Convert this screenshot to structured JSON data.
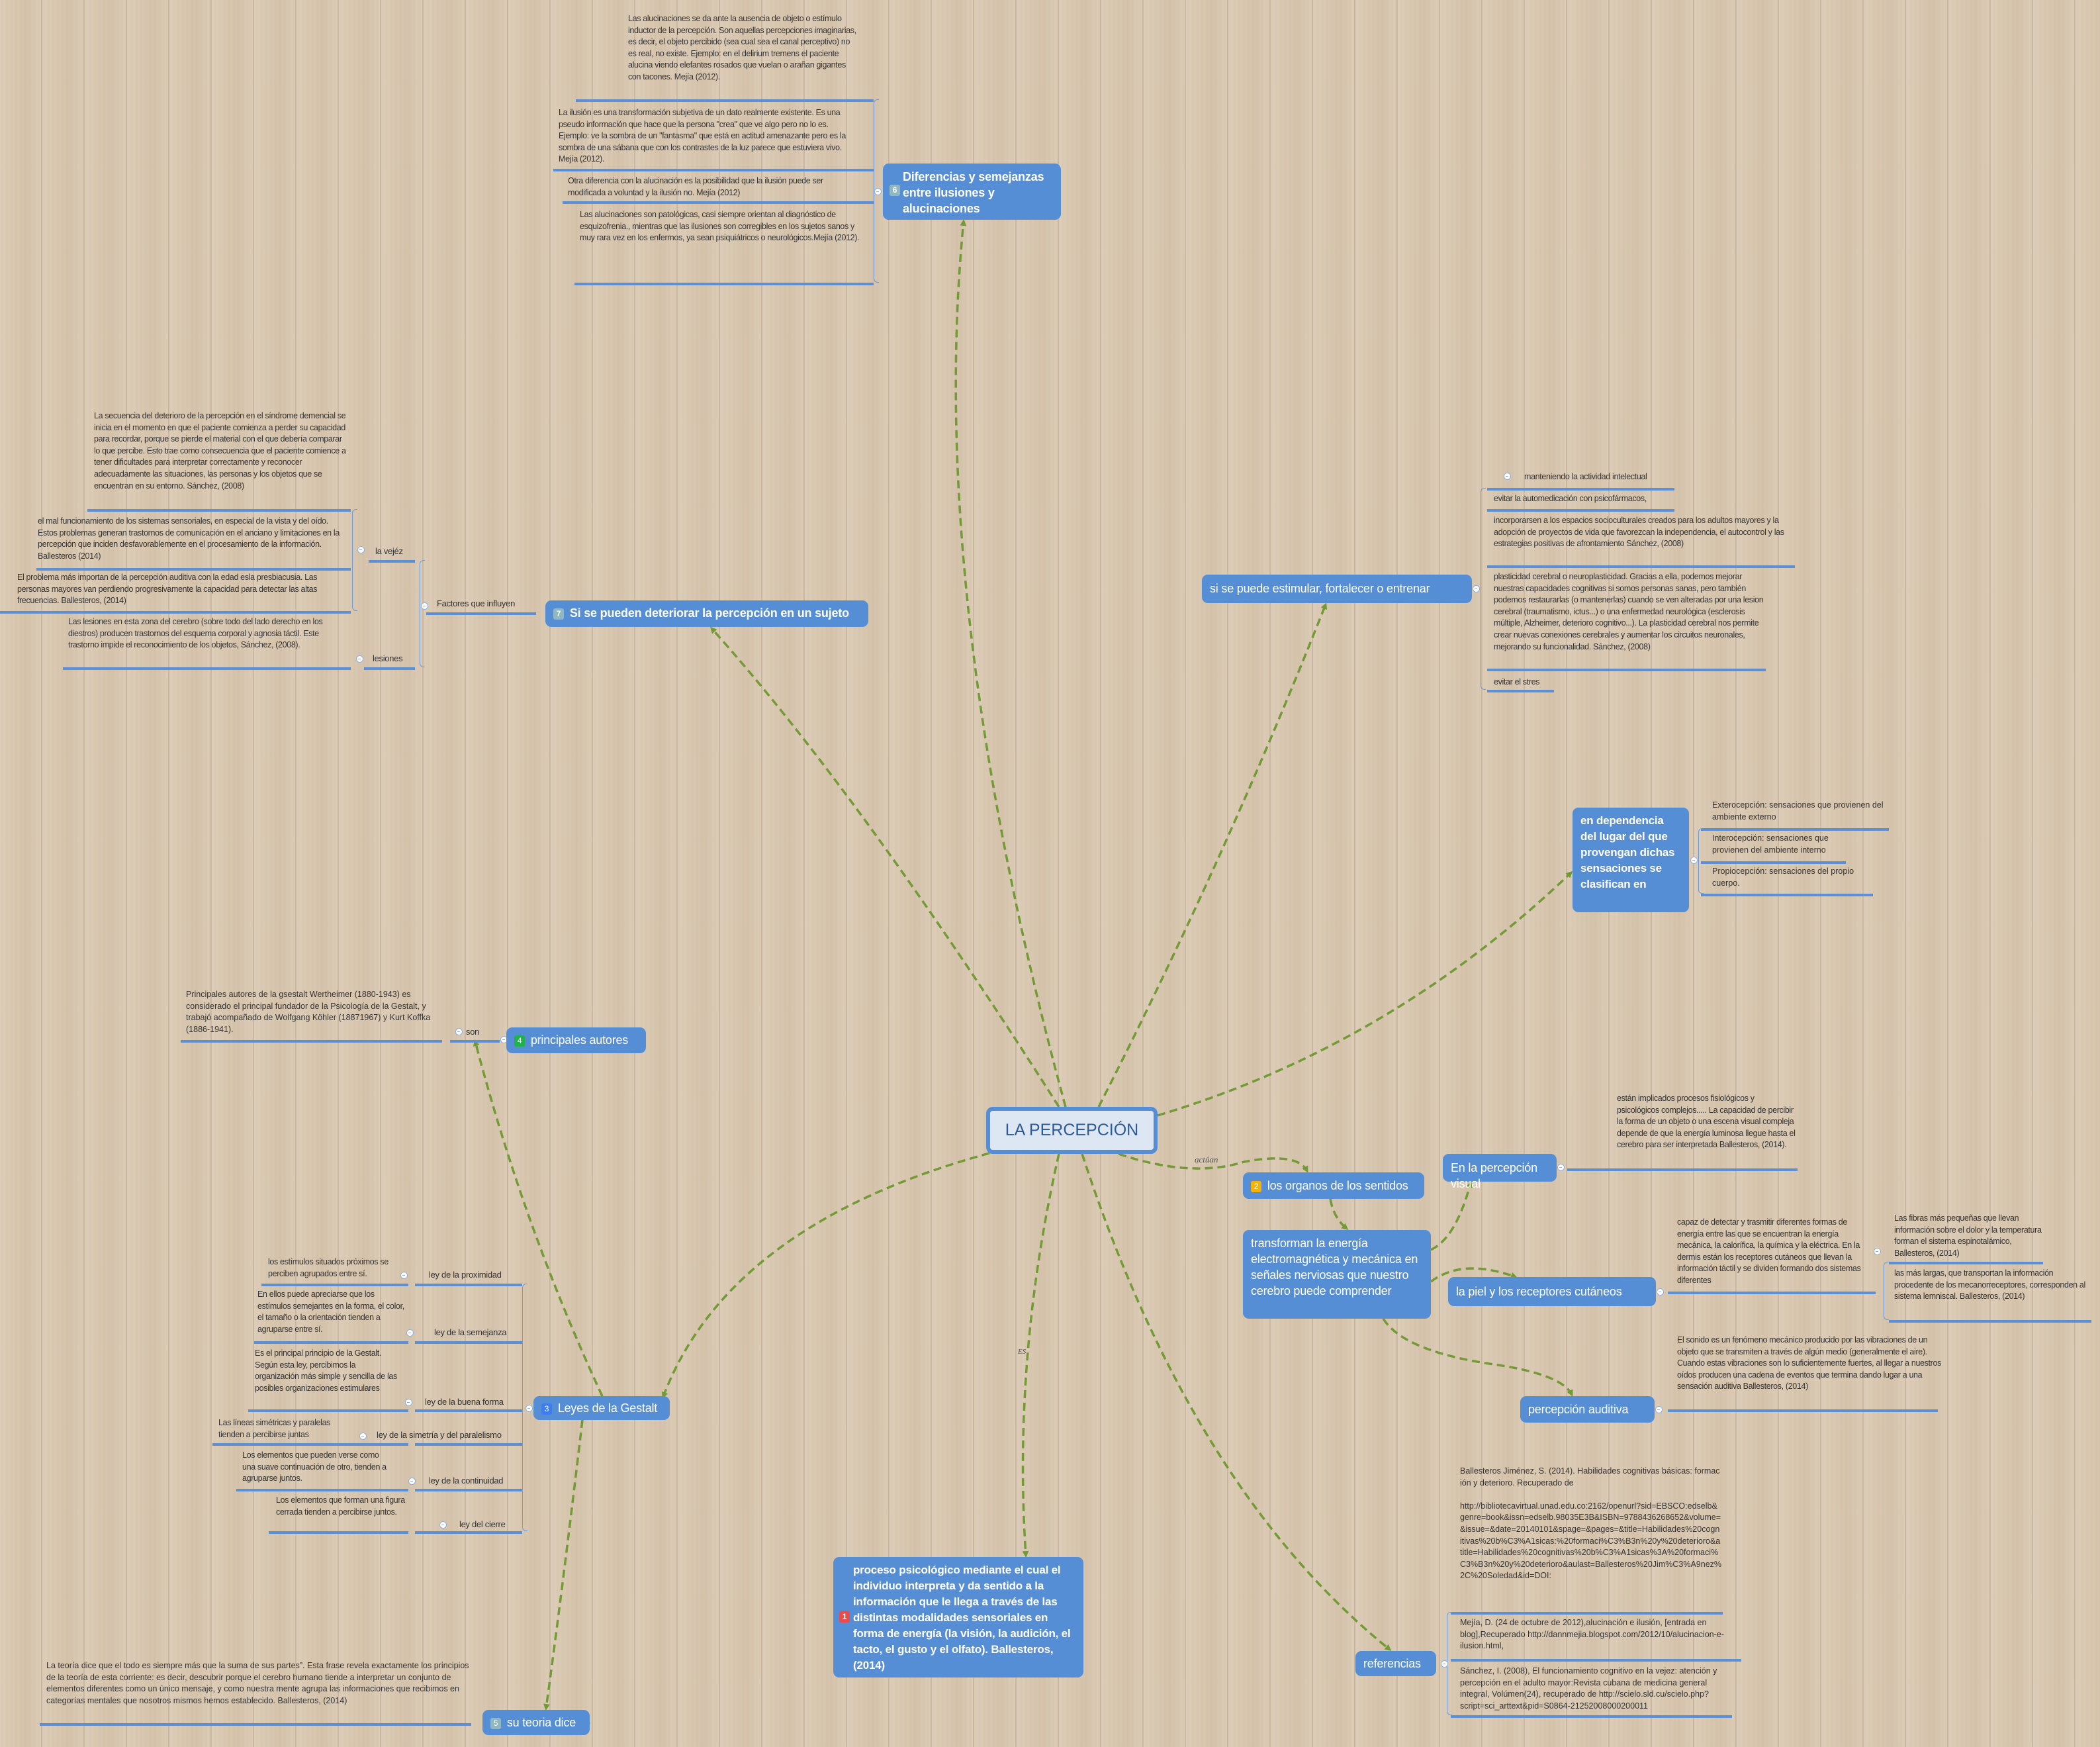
{
  "colors": {
    "node": "#568ed6",
    "center_fill": "#dde7f4",
    "connector": "#739a36",
    "rule": "#5b8fd6",
    "badge_1": "#e84c4c",
    "badge_2": "#f2b20c",
    "badge_3": "#3d7df0",
    "badge_4": "#22b24c",
    "badge_5": "#8fb8c0",
    "badge_6": "#8fb8c0",
    "badge_7": "#8fb8c0"
  },
  "center": {
    "title": "LA PERCEPCIÓN"
  },
  "link_labels": {
    "actuan": "actúan",
    "es": "ES"
  },
  "definition": {
    "badge": "1",
    "text": "proceso psicológico mediante el cual el individuo interpreta y da sentido a la información que le llega a través de las distintas modalidades sensoriales en forma de energía (la visión, la audición, el tacto, el gusto y el olfato). Ballesteros,(2014)"
  },
  "organos": {
    "badge": "2",
    "title": "los organos de los sentidos",
    "transform": "transforman la energía electromagnética y mecánica en señales nerviosas que nuestro cerebro puede comprender",
    "visual": {
      "title": "En la percepción visual",
      "text": "están implicados procesos fisiológicos y psicológicos complejos..... La capacidad de percibir la forma de un objeto o una escena visual compleja depende de que la energía luminosa llegue hasta el cerebro para ser interpretada Ballesteros, (2014)."
    },
    "piel": {
      "title": "la piel y los receptores cutáneos",
      "text": "capaz de   detectar y trasmitir diferentes formas de energía entre las que se encuentran la energía mecánica, la calorífica, la química y la eléctrica. En la dermis están los receptores cutáneos que llevan la información táctil y se dividen formando dos sistemas diferentes",
      "children": [
        "Las fibras más pequeñas que llevan información sobre el dolor y la temperatura forman el sistema espinotalámico, Ballesteros, (2014)",
        " las más largas, que transportan la información procedente de los mecanorreceptores, corresponden al sistema lemniscal. Ballesteros, (2014)"
      ]
    },
    "auditiva": {
      "title": "percepción auditiva",
      "text": "El sonido es un fenómeno mecánico producido por las vibraciones de un objeto que se transmiten a través de algún medio (generalmente el aire). Cuando estas vibraciones son lo suficientemente fuertes, al llegar a nuestros oídos producen una cadena de eventos que termina dando lugar a una sensación auditiva Ballesteros, (2014)"
    }
  },
  "gestalt": {
    "badge": "3",
    "title": "Leyes de la Gestalt",
    "laws": [
      {
        "label": "ley de la proximidad",
        "text": "los estímulos situados próximos se perciben agrupados entre sí."
      },
      {
        "label": "ley de la semejanza",
        "text": "En ellos puede apreciarse que los estímulos semejantes en la forma, el color, el tamaño o la orientación tienden a agruparse entre sí."
      },
      {
        "label": "ley de la buena forma",
        "text": "Es el principal principio de la Gestalt. Según esta ley, percibimos la organización más simple y sencilla de las posibles organizaciones estimulares"
      },
      {
        "label": "ley de la simetría y del paralelismo",
        "text": "Las líneas simétricas y paralelas tienden a percibirse juntas"
      },
      {
        "label": "ley de la continuidad",
        "text": "Los elementos que pueden verse como una suave continuación de otro, tienden a agruparse juntos."
      },
      {
        "label": "ley del cierre",
        "text": "Los elementos que forman una figura cerrada tienden a percibirse juntos."
      }
    ]
  },
  "autores": {
    "badge": "4",
    "title": "principales autores",
    "link": "son",
    "text": "Principales autores de la gsestalt Wertheimer (1880-1943) es considerado el principal fundador de la Psicología de la Gestalt, y trabajó acompañado  de Wolfgang Köhler (18871967) y Kurt Koffka (1886-1941)."
  },
  "teoria": {
    "badge": "5",
    "title": "su teoria dice",
    "text": "La teoría dice que el todo es siempre más que la suma de sus partes”. Esta frase revela exactamente los principios de la teoría de esta corriente: es decir, descubrir porque el cerebro humano tiende a interpretar un conjunto de elementos diferentes como un único mensaje, y como nuestra mente agrupa las informaciones que recibimos en categorías mentales que nosotros mismos hemos establecido. Ballesteros, (2014)"
  },
  "diferencias": {
    "badge": "6",
    "title": "Diferencias y semejanzas entre ilusiones y alucinaciones",
    "items": [
      "Las alucinaciones se da ante la ausencia de objeto o estímulo inductor de la percepción. Son aquellas percepciones imaginarias, es decir, el objeto percibido (sea cual sea el canal perceptivo) no es real, no existe. Ejemplo: en el delirium tremens el paciente alucina viendo elefantes rosados que vuelan o arañan gigantes con tacones. Mejía (2012).",
      "La ilusión es una transformación subjetiva de un dato realmente existente. Es una pseudo información que hace que la persona \"crea\" que ve algo pero no lo es. Ejemplo: ve la sombra de un \"fantasma\" que está en actitud amenazante pero es la sombra de una sábana que con los contrastes de la luz parece que estuviera vivo. Mejía (2012).",
      "Otra diferencia con la alucinación es la posibilidad que la ilusión puede ser modificada a voluntad y la ilusión no. Mejía (2012)",
      "Las alucinaciones son patológicas, casi siempre orientan al diagnóstico de esquizofrenia., mientras que las ilusiones son corregibles en los sujetos sanos y muy rara vez en los enfermos, ya sean psiquiátricos o neurológicos.Mejía (2012)."
    ]
  },
  "deterioro": {
    "badge": "7",
    "title": "Si se pueden deteriorar la percepción en un sujeto",
    "factores": "Factores que influyen",
    "vejez": "la vejéz",
    "lesiones": "lesiones",
    "vejez_items": [
      "La secuencia del deterioro de la percepción en el síndrome demencial se inicia en el momento en que el paciente comienza a perder su capacidad para recordar, porque se pierde el material con el que debería comparar lo que percibe. Esto trae como consecuencia que el paciente comience a tener dificultades para interpretar correctamente y reconocer adecuadamente las situaciones, las personas y los objetos que se encuentran en su entorno. Sánchez, (2008)",
      "el mal funcionamiento de los sistemas sensoriales, en especial de la vista y del oído. Estos problemas generan trastornos de comunicación en el anciano y limitaciones en la percepción que inciden desfavorablemente en el procesamiento de la información. Ballesteros (2014)",
      "El  problema más importan de la percepción auditiva con la edad esla presbiacusia. Las personas mayores van perdiendo progresivamente la capacidad para detectar las altas frecuencias. Ballesteros, (2014)"
    ],
    "lesiones_item": "Las lesiones en esta zona del cerebro (sobre todo del lado derecho en los diestros) producen trastornos del esquema corporal y agnosia táctil. Este trastorno impide el reconocimiento de los objetos, Sánchez, (2008)."
  },
  "estimular": {
    "title": "si se puede estimular, fortalecer o entrenar",
    "items": [
      "manteniendo la actividad intelectual",
      "evitar la automedicación con psicofármacos,",
      "incorporarsen  a los espacios socioculturales creados para los adultos mayores y la adopción de proyectos de vida que favorezcan la independencia, el autocontrol y las estrategias positivas de afrontamiento Sánchez, (2008)",
      "plasticidad cerebral o neuroplasticidad. Gracias a ella, podemos mejorar nuestras capacidades cognitivas si somos personas sanas, pero también podemos restaurarlas (o mantenerlas) cuando se ven alteradas por una lesion cerebral (traumatismo, ictus...) o una enfermedad neurológica (esclerosis múltiple, Alzheimer, deterioro cognitivo...). La plasticidad cerebral nos permite crear nuevas conexiones cerebrales y aumentar los circuitos neuronales, mejorando su funcionalidad. Sánchez, (2008)",
      "evitar el stres"
    ]
  },
  "clasificacion": {
    "title": "en dependencia del lugar del que provengan dichas sensaciones se clasifican en",
    "items": [
      "Exterocepción: sensaciones que provienen del ambiente externo",
      "Interocepción: sensaciones que provienen del ambiente interno",
      "Propiocepción: sensaciones del propio cuerpo."
    ]
  },
  "referencias": {
    "title": "referencias",
    "items": [
      "Ballesteros Jiménez, S. (2014). Habilidades cognitivas básicas: formación y deterioro. Recuperado de\n\nhttp://bibliotecavirtual.unad.edu.co:2162/openurl?sid=EBSCO:edselb&genre=book&issn=edselb.98035E3B&ISBN=9788436268652&volume=&issue=&date=20140101&spage=&pages=&title=Habilidades%20cognitivas%20b%C3%A1sicas:%20formaci%C3%B3n%20y%20deterioro&atitle=Habilidades%20cognitivas%20b%C3%A1sicas%3A%20formaci%C3%B3n%20y%20deterioro&aulast=Ballesteros%20Jim%C3%A9nez%2C%20Soledad&id=DOI:",
      "Mejía, D. (24 de octubre de 2012),alucinación e ilusión, [entrada en blog],Recuperado http://dannmejia.blogspot.com/2012/10/alucinacion-e-ilusion.html,",
      "Sánchez, I. (2008), El funcionamiento cognitivo en la vejez: atención y percepción en el adulto mayor:Revista cubana de medicina general integral, Volúmen(24), recuperado de http://scielo.sld.cu/scielo.php?script=sci_arttext&pid=S0864-21252008000200011"
    ]
  }
}
